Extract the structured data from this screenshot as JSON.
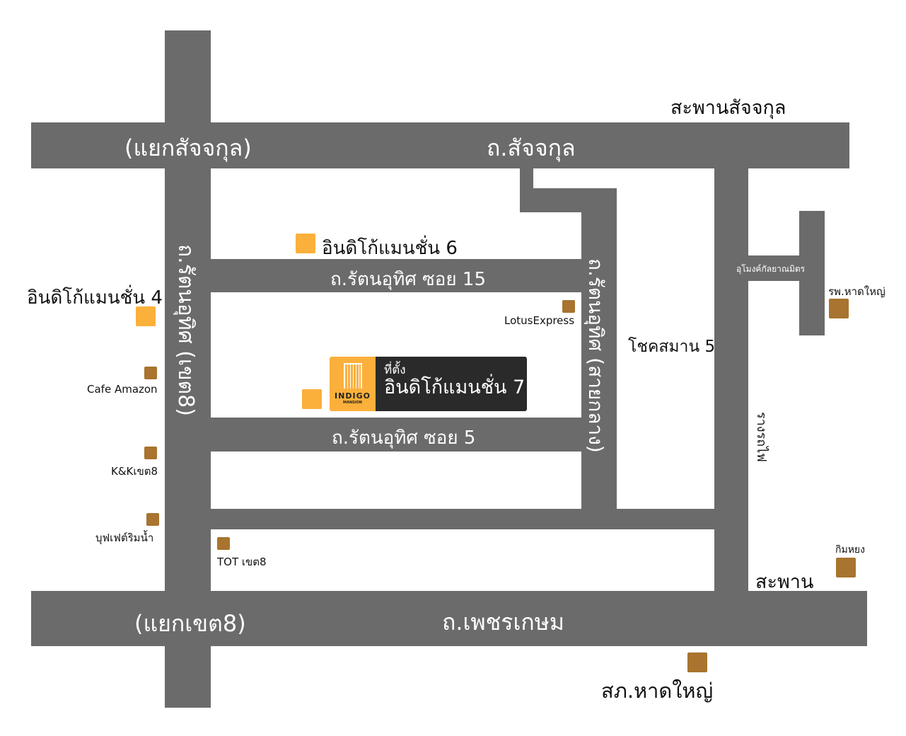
{
  "colors": {
    "road": "#6b6b6b",
    "highlight_pin": "#fbb03b",
    "poi_pin": "#a8742f",
    "callout_bg": "#2a2a2a"
  },
  "roads": {
    "top": "ถ.สัจจกุล",
    "top_junction": "(แยกสัจจกุล)",
    "bottom": "ถ.เพชรเกษม",
    "bottom_junction": "(แยกเขต8)",
    "left_vertical": "ถ.รัตนอุทิศ (เขต8)",
    "middle_vertical": "ถ.รัตนอุทิศ (สายกลาง)",
    "soi15": "ถ.รัตนอุทิศ ซอย 15",
    "soi5": "ถ.รัตนอุทิศ ซอย 5",
    "tunnel": "อุโมงค์กัลยาณมิตร",
    "railway": "รางรถไฟ"
  },
  "labels": {
    "bridge_top": "สะพานสัจจกุล",
    "bridge_bottom": "สะพาน",
    "chokesaman": "โชคสมาน 5"
  },
  "pois": {
    "indigo6": "อินดิโก้แมนชั่น 6",
    "indigo4": "อินดิโก้แมนชั่น 4",
    "cafe": "Cafe Amazon",
    "kk": "K&Kเขต8",
    "buffet": "บุฟเฟต์ริมน้ำ",
    "tot": "TOT เขต8",
    "lotus": "LotusExpress",
    "hospital": "รพ.หาดใหญ่",
    "kimhiang": "กิมหยง",
    "police": "สภ.หาดใหญ่"
  },
  "callout": {
    "logo_main": "INDIGO",
    "logo_sub": "MANSION",
    "line1": "ที่ตั้ง",
    "line2": "อินดิโก้แมนชั่น 7"
  }
}
